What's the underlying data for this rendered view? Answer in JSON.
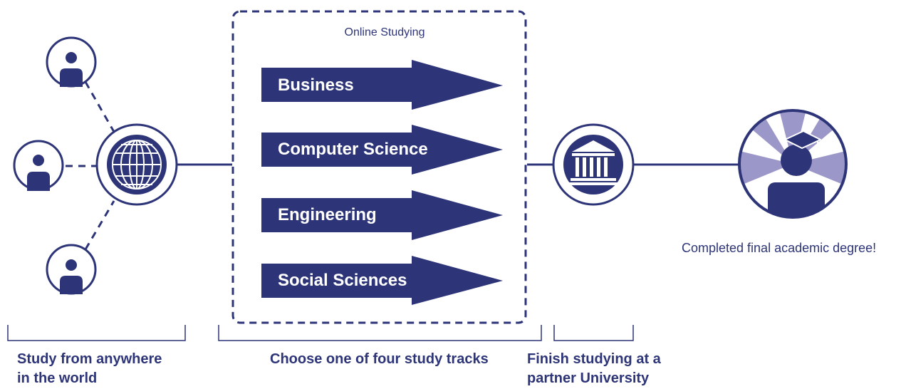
{
  "colors": {
    "primary": "#2d3578",
    "accent_light": "#9b97c8",
    "background": "#ffffff"
  },
  "online_box": {
    "title": "Online Studying"
  },
  "tracks": [
    {
      "label": "Business"
    },
    {
      "label": "Computer Science"
    },
    {
      "label": "Engineering"
    },
    {
      "label": "Social Sciences"
    }
  ],
  "icons": {
    "students": "person-icon",
    "hub": "globe-icon",
    "university": "university-building-icon",
    "graduate": "graduate-icon"
  },
  "steps": [
    {
      "line1": "Study from anywhere",
      "line2": "in the world"
    },
    {
      "line1": "Choose one of four study tracks"
    },
    {
      "line1": "Finish studying at a",
      "line2": "partner University"
    }
  ],
  "final_text": "Completed final academic degree!"
}
